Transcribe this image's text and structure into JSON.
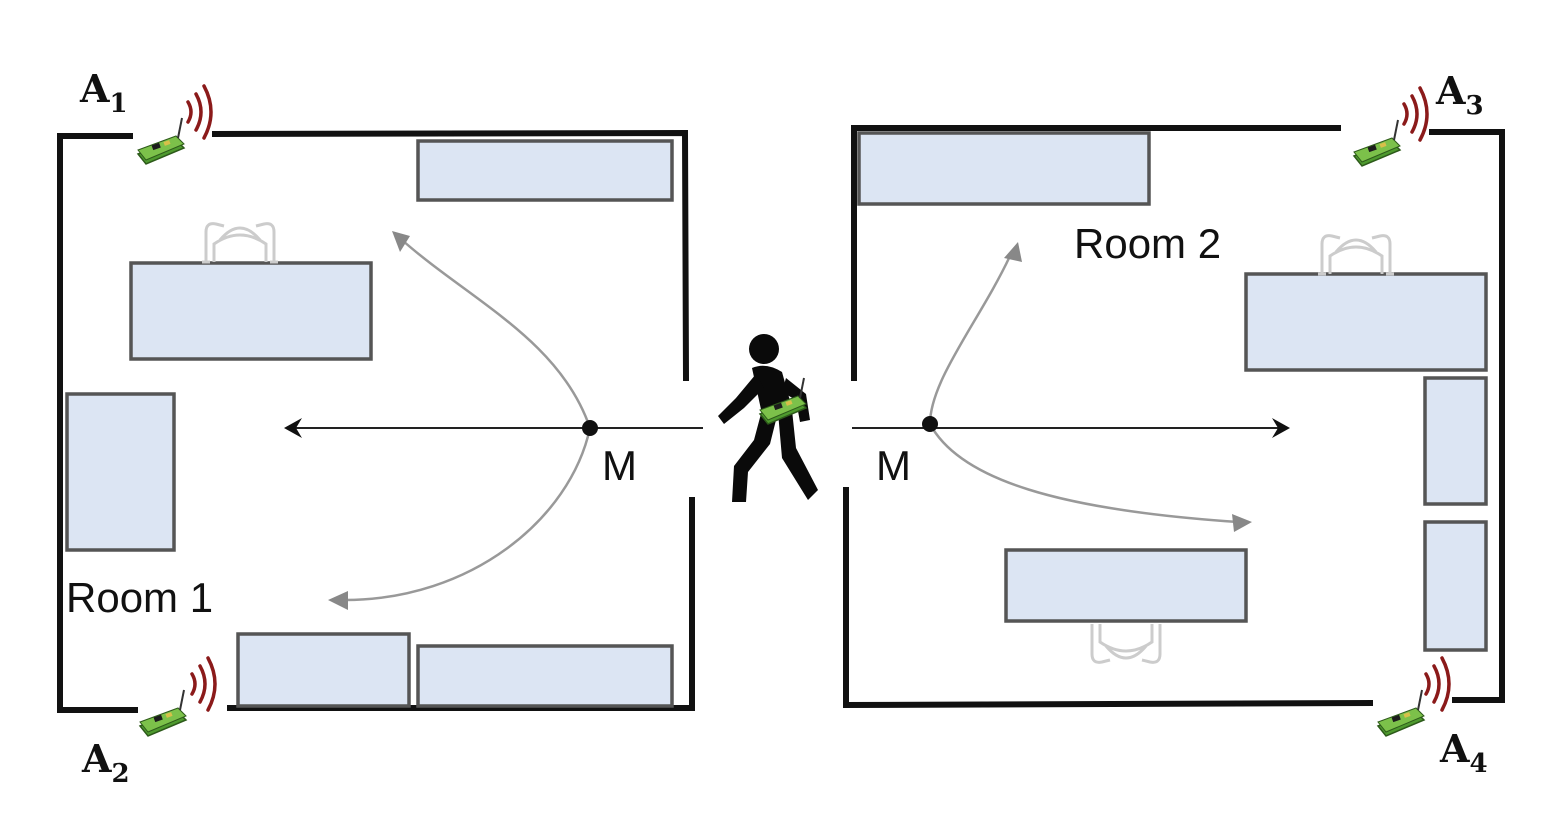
{
  "rooms": [
    {
      "label": "Room 1"
    },
    {
      "label": "Room 2"
    }
  ],
  "anchors": [
    {
      "letter": "A",
      "index": "1"
    },
    {
      "letter": "A",
      "index": "2"
    },
    {
      "letter": "A",
      "index": "3"
    },
    {
      "letter": "A",
      "index": "4"
    }
  ],
  "points": {
    "room1": "M",
    "room2": "M"
  },
  "colors": {
    "wall": "#111111",
    "furniture_fill": "#dce5f3",
    "furniture_stroke": "#555555",
    "signal_wave": "#8b1a1a",
    "tag_green": "#4e9a2e",
    "trajectory_curve": "#999999",
    "trajectory_line": "#222222"
  },
  "icons": {
    "anchor_device": "wireless-sensor-node-icon",
    "person": "walking-person-icon",
    "chair": "chair-icon"
  }
}
